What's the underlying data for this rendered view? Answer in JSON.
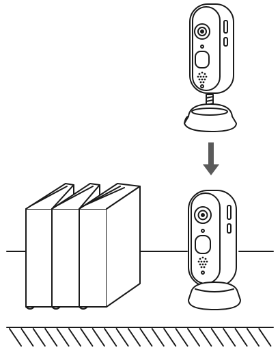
{
  "diagram": {
    "kind": "camera-mounting-illustration",
    "stroke_color": "#1a1a1a",
    "fill_color": "#ffffff",
    "arrow_color": "#5a5a5a",
    "components": {
      "camera_top": "camera-icon",
      "mount_top": "magnetic-base-icon",
      "arrow": "arrow-down-icon",
      "camera_bottom": "camera-icon",
      "mount_bottom": "magnetic-base-icon",
      "books": "books-icon",
      "shelf": "shelf-line",
      "floor": "floor-hatch"
    }
  }
}
